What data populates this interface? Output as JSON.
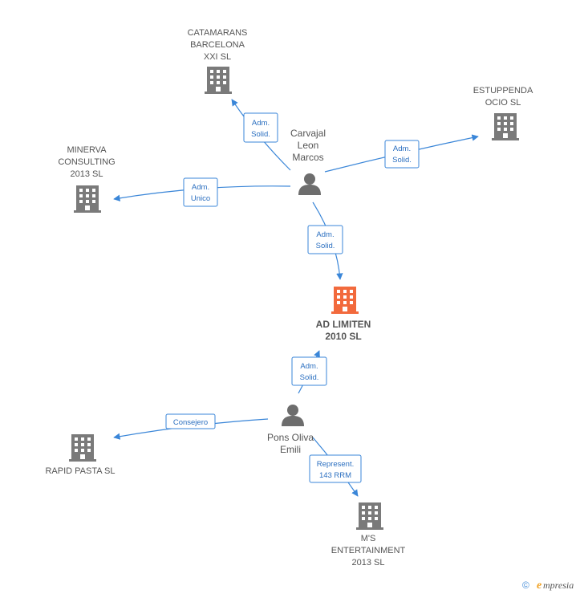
{
  "diagram": {
    "companies": {
      "catamarans": [
        "CATAMARANS",
        "BARCELONA",
        "XXI SL"
      ],
      "estuppenda": [
        "ESTUPPENDA",
        "OCIO SL"
      ],
      "minerva": [
        "MINERVA",
        "CONSULTING",
        "2013  SL"
      ],
      "ad_limiten": [
        "AD LIMITEN",
        "2010 SL"
      ],
      "rapid_pasta": [
        "RAPID PASTA SL"
      ],
      "ms_entertainment": [
        "M'S",
        "ENTERTAINMENT",
        "2013  SL"
      ]
    },
    "persons": {
      "carvajal": [
        "Carvajal",
        "Leon",
        "Marcos"
      ],
      "pons": [
        "Pons Oliva",
        "Emili"
      ]
    },
    "relations": {
      "carvajal_catamarans": [
        "Adm.",
        "Solid."
      ],
      "carvajal_estuppenda": [
        "Adm.",
        "Solid."
      ],
      "carvajal_minerva": [
        "Adm.",
        "Unico"
      ],
      "carvajal_ad_limiten": [
        "Adm.",
        "Solid."
      ],
      "pons_ad_limiten": [
        "Adm.",
        "Solid."
      ],
      "pons_rapid_pasta": [
        "Consejero"
      ],
      "pons_ms": [
        "Represent.",
        "143 RRM"
      ]
    },
    "colors": {
      "building": "#7a7a7a",
      "focus_building": "#f26a3d",
      "person": "#6d6d6d",
      "edge": "#3a86d8"
    }
  },
  "footer": {
    "copyright": "©",
    "brand_initial": "e",
    "brand_rest": "mpresia"
  }
}
